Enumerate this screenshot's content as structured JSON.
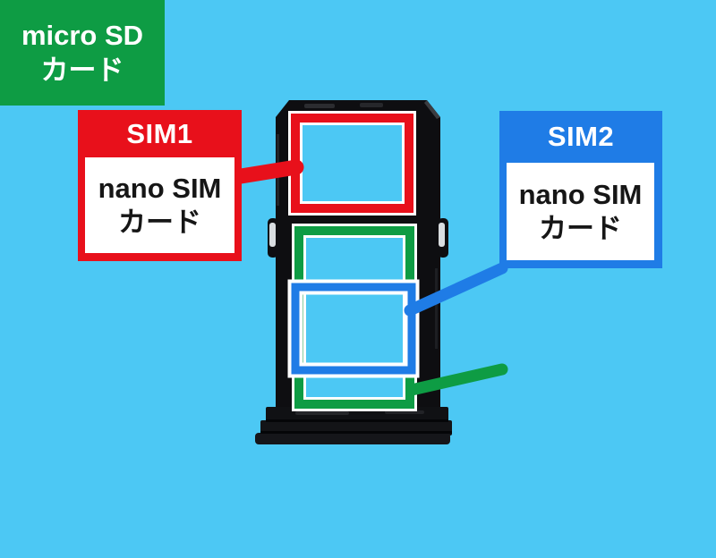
{
  "labels": {
    "sim1": {
      "title": "SIM1",
      "line1": "nano SIM",
      "line2": "カード"
    },
    "sim2": {
      "title": "SIM2",
      "line1": "nano SIM",
      "line2": "カード"
    },
    "microsd": {
      "line1": "micro SD",
      "line2": "カード"
    }
  },
  "colors": {
    "bg": "#4cc8f4",
    "red": "#e8101b",
    "blue": "#1f7ce6",
    "green": "#0e9c44",
    "tray": "#0e0e11",
    "white": "#ffffff"
  }
}
